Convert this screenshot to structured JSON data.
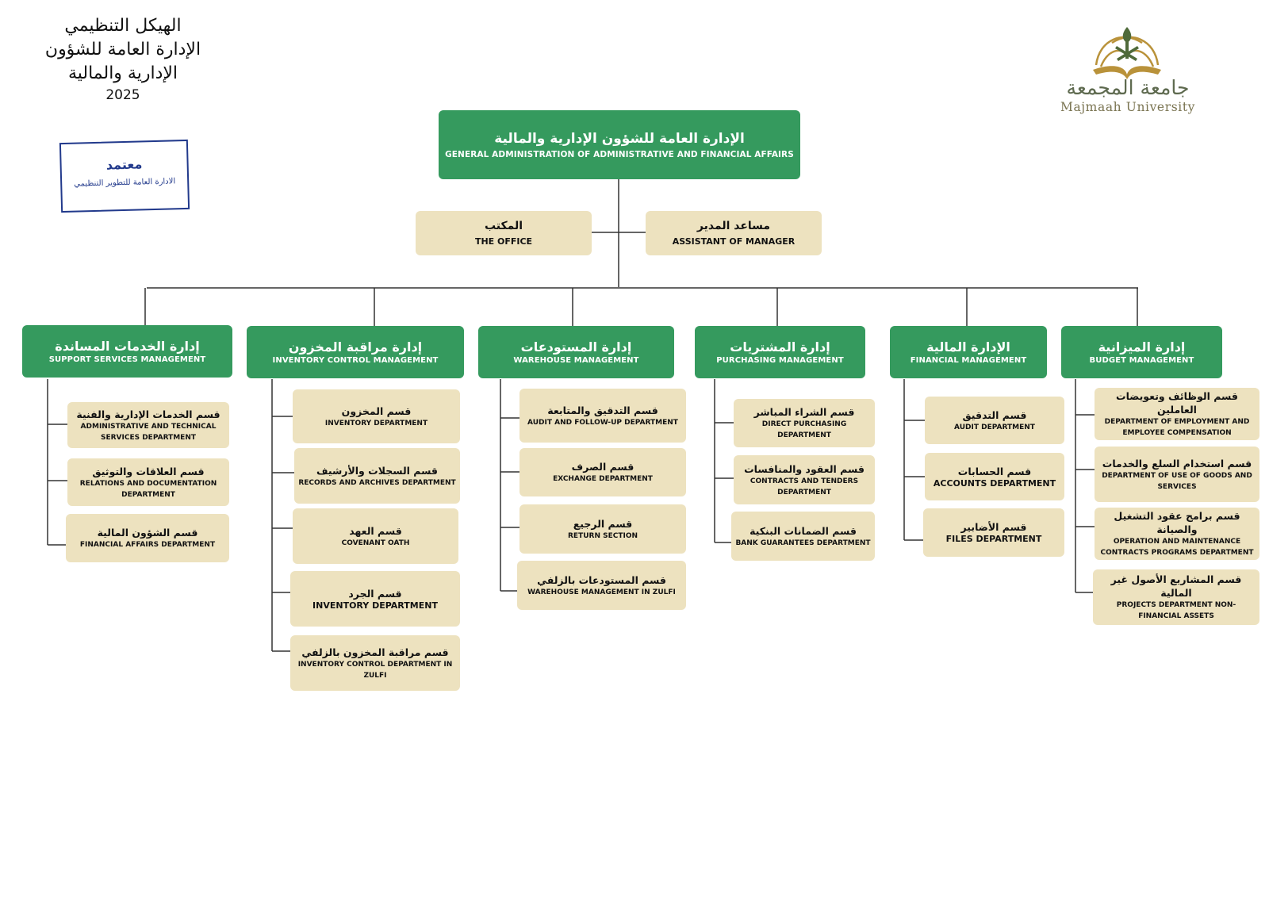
{
  "header": {
    "title_lines": [
      "الهيكل التنظيمي",
      "الإدارة العامة للشؤون",
      "الإدارية والمالية"
    ],
    "year": "2025"
  },
  "stamp": {
    "line1": "معتمد",
    "line2": "الادارة العامة للتطوير التنظيمي"
  },
  "logo": {
    "arabic": "جامعة المجمعة",
    "english": "Majmaah University",
    "gold": "#b9923a",
    "green": "#4f6a3a"
  },
  "colors": {
    "green": "#359a5e",
    "beige": "#ede2bf",
    "line": "#333333"
  },
  "top": {
    "ar": "الإدارة العامة للشؤون الإدارية والمالية",
    "en": "GENERAL ADMINISTRATION OF ADMINISTRATIVE AND FINANCIAL AFFAIRS"
  },
  "office": {
    "ar": "المكتب",
    "en": "THE OFFICE"
  },
  "assistant": {
    "ar": "مساعد المدير",
    "en": "ASSISTANT OF MANAGER"
  },
  "depts": [
    {
      "ar": "إدارة الخدمات المساندة",
      "en": "SUPPORT SERVICES MANAGEMENT",
      "subs": [
        {
          "ar": "قسم الخدمات الإدارية والفنية",
          "en": "ADMINISTRATIVE AND TECHNICAL SERVICES DEPARTMENT"
        },
        {
          "ar": "قسم العلاقات والتوثيق",
          "en": "RELATIONS AND DOCUMENTATION DEPARTMENT"
        },
        {
          "ar": "قسم الشؤون المالية",
          "en": "FINANCIAL AFFAIRS DEPARTMENT"
        }
      ]
    },
    {
      "ar": "إدارة مراقبة المخزون",
      "en": "INVENTORY CONTROL MANAGEMENT",
      "subs": [
        {
          "ar": "قسم المخزون",
          "en": "INVENTORY DEPARTMENT"
        },
        {
          "ar": "قسم السجلات والأرشيف",
          "en": "RECORDS AND ARCHIVES DEPARTMENT"
        },
        {
          "ar": "قسم العهد",
          "en": "COVENANT OATH"
        },
        {
          "ar": "قسم الجرد",
          "en": "INVENTORY DEPARTMENT"
        },
        {
          "ar": "قسم مراقبة المخزون بالزلفي",
          "en": "INVENTORY CONTROL DEPARTMENT IN ZULFI"
        }
      ]
    },
    {
      "ar": "إدارة المستودعات",
      "en": "WAREHOUSE MANAGEMENT",
      "subs": [
        {
          "ar": "قسم التدقيق والمتابعة",
          "en": "AUDIT AND FOLLOW-UP DEPARTMENT"
        },
        {
          "ar": "قسم الصرف",
          "en": "EXCHANGE DEPARTMENT"
        },
        {
          "ar": "قسم الرجيع",
          "en": "RETURN SECTION"
        },
        {
          "ar": "قسم المستودعات بالزلفي",
          "en": "WAREHOUSE MANAGEMENT IN ZULFI"
        }
      ]
    },
    {
      "ar": "إدارة المشتريات",
      "en": "PURCHASING MANAGEMENT",
      "subs": [
        {
          "ar": "قسم الشراء المباشر",
          "en": "DIRECT PURCHASING DEPARTMENT"
        },
        {
          "ar": "قسم العقود والمنافسات",
          "en": "CONTRACTS AND TENDERS DEPARTMENT"
        },
        {
          "ar": "قسم الضمانات البنكية",
          "en": "BANK GUARANTEES DEPARTMENT"
        }
      ]
    },
    {
      "ar": "الإدارة المالية",
      "en": "FINANCIAL MANAGEMENT",
      "subs": [
        {
          "ar": "قسم التدقيق",
          "en": "AUDIT DEPARTMENT"
        },
        {
          "ar": "قسم الحسابات",
          "en": "ACCOUNTS DEPARTMENT"
        },
        {
          "ar": "قسم الأضابير",
          "en": "FILES DEPARTMENT"
        }
      ]
    },
    {
      "ar": "إدارة الميزانية",
      "en": "BUDGET MANAGEMENT",
      "subs": [
        {
          "ar": "قسم الوظائف وتعويضات العاملين",
          "en": "DEPARTMENT OF EMPLOYMENT AND EMPLOYEE COMPENSATION"
        },
        {
          "ar": "قسم استخدام السلع والخدمات",
          "en": "DEPARTMENT OF USE OF GOODS AND SERVICES"
        },
        {
          "ar": "قسم برامج عقود التشغيل والصيانة",
          "en": "OPERATION AND MAINTENANCE CONTRACTS PROGRAMS DEPARTMENT"
        },
        {
          "ar": "قسم المشاريع الأصول غير المالية",
          "en": "PROJECTS DEPARTMENT NON-FINANCIAL ASSETS"
        }
      ]
    }
  ]
}
